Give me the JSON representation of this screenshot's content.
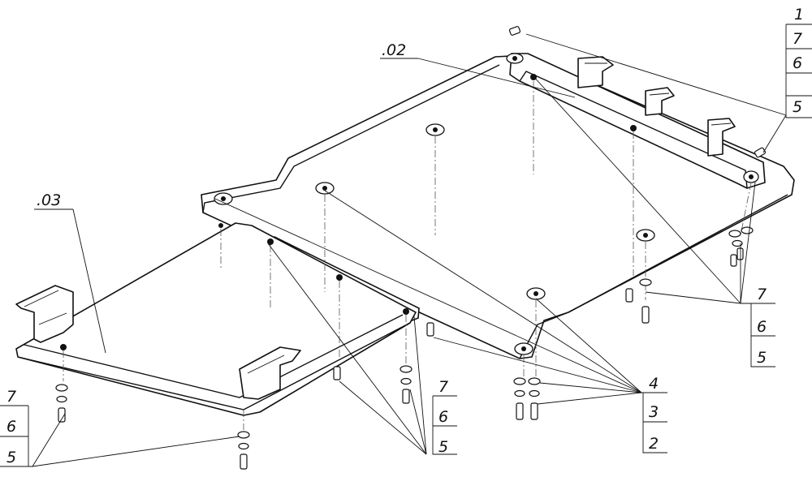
{
  "drawing": {
    "part_labels": {
      "part_02": ".02",
      "part_03": ".03"
    },
    "callout_top_right": [
      "1",
      "7",
      "6",
      "5"
    ],
    "callout_right": [
      "7",
      "6",
      "5"
    ],
    "callout_center_right": [
      "4",
      "3",
      "2"
    ],
    "callout_center": [
      "7",
      "6",
      "5"
    ],
    "callout_bottom_left": [
      "7",
      "6",
      "5"
    ]
  }
}
